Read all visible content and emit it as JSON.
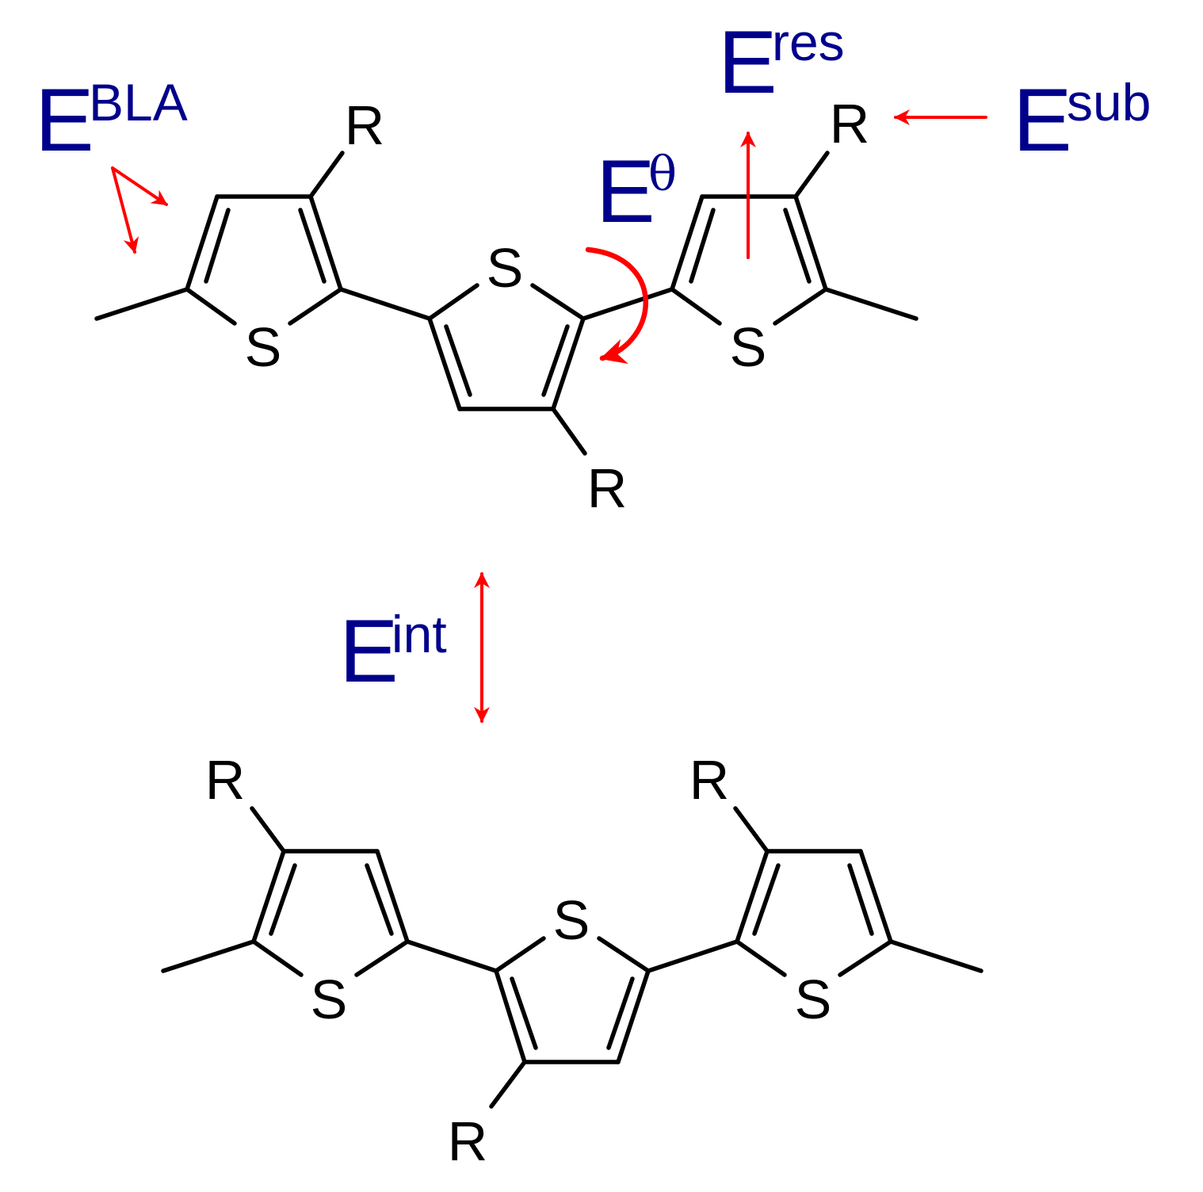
{
  "colors": {
    "bond": "#000000",
    "label": "#00008b",
    "arrow": "#ff0000"
  },
  "atoms": {
    "sulfur": "S",
    "substituent": "R"
  },
  "energy_terms": {
    "bla": {
      "main": "E",
      "sup": "BLA"
    },
    "res": {
      "main": "E",
      "sup": "res"
    },
    "sub": {
      "main": "E",
      "sup": "sub"
    },
    "theta": {
      "main": "E",
      "sup": "θ"
    },
    "int": {
      "main": "E",
      "sup": "int"
    }
  }
}
